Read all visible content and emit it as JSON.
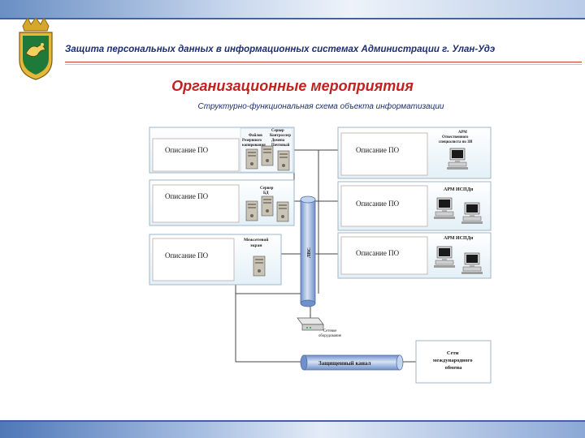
{
  "header": {
    "title": "Защита персональных данных в информационных системах Администрации г. Улан-Удэ"
  },
  "slide": {
    "title": "Организационные мероприятия",
    "subtitle": "Структурно-функциональная схема объекта информатизации"
  },
  "diagram": {
    "left_blocks": [
      {
        "label": "Описание ПО",
        "servers_caption_lines": [
          "Сервер",
          "Файлов",
          "Контроллер",
          "Резервного",
          "Домена",
          "копирования",
          "Почтовый"
        ]
      },
      {
        "label": "Описание ПО",
        "servers_caption_lines": [
          "Сервер",
          "БД"
        ]
      },
      {
        "label": "Описание ПО",
        "servers_caption_lines": [
          "Межсетевой",
          "экран"
        ]
      }
    ],
    "right_blocks": [
      {
        "label": "Описание ПО",
        "workstation_caption_lines": [
          "АРМ",
          "Отвественного",
          "специалиста по ЗИ"
        ]
      },
      {
        "label": "Описание ПО",
        "workstation_caption_lines": [
          "АРМ ИСПДн"
        ]
      },
      {
        "label": "Описание ПО",
        "workstation_caption_lines": [
          "АРМ ИСПДн"
        ]
      }
    ],
    "lan_label": "ЛВС",
    "router_caption_lines": [
      "Сетевое",
      "оборудование"
    ],
    "secure_channel_label": "Защищенный канал",
    "external_network_lines": [
      "Сети",
      "международного",
      "обмена"
    ]
  },
  "colors": {
    "header_text": "#1c2f6e",
    "title_red": "#c0231e",
    "block_border": "#9fb7c9",
    "block_fill": "#eaf4f8",
    "cylinder": "#9db8e0"
  }
}
